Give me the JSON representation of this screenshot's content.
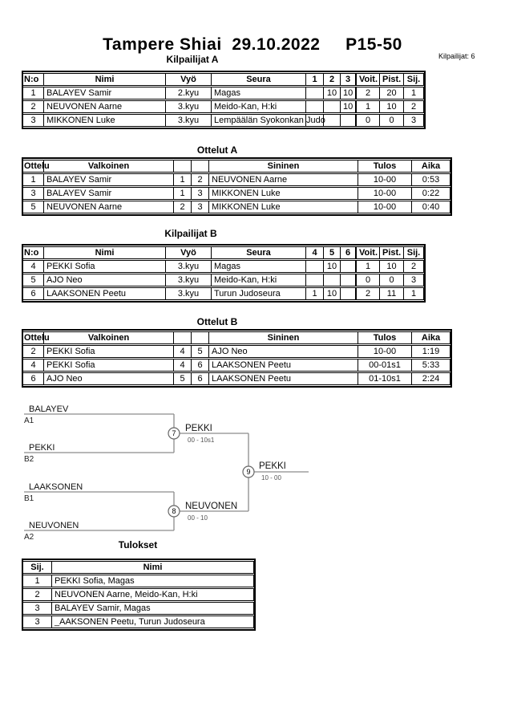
{
  "page": {
    "title": "Tampere Shiai  29.10.2022     P15-50",
    "competitor_count": "Kilpailijat: 6"
  },
  "pool_a": {
    "heading": "Kilpailijat A",
    "headers": {
      "no": "N:o",
      "name": "Nimi",
      "belt": "Vyö",
      "club": "Seura",
      "m1": "1",
      "m2": "2",
      "m3": "3",
      "wins": "Voit.",
      "points": "Pist.",
      "place": "Sij."
    },
    "rows": [
      {
        "no": "1",
        "name": "BALAYEV Samir",
        "belt": "2.kyu",
        "club": "Magas",
        "m1": "",
        "m2": "10",
        "m3": "10",
        "wins": "2",
        "points": "20",
        "place": "1"
      },
      {
        "no": "2",
        "name": "NEUVONEN Aarne",
        "belt": "3.kyu",
        "club": "Meido-Kan, H:ki",
        "m1": "",
        "m2": "",
        "m3": "10",
        "wins": "1",
        "points": "10",
        "place": "2"
      },
      {
        "no": "3",
        "name": "MIKKONEN Luke",
        "belt": "3.kyu",
        "club": "Lempäälän Syokonkan Judo",
        "m1": "",
        "m2": "",
        "m3": "",
        "wins": "0",
        "points": "0",
        "place": "3"
      }
    ]
  },
  "matches_a": {
    "heading": "Ottelut A",
    "headers": {
      "match": "Ottelu",
      "white": "Valkoinen",
      "blue": "Sininen",
      "result": "Tulos",
      "time": "Aika"
    },
    "rows": [
      {
        "match": "1",
        "white": "BALAYEV Samir",
        "wno": "1",
        "bno": "2",
        "blue": "NEUVONEN Aarne",
        "result": "10-00",
        "time": "0:53"
      },
      {
        "match": "3",
        "white": "BALAYEV Samir",
        "wno": "1",
        "bno": "3",
        "blue": "MIKKONEN Luke",
        "result": "10-00",
        "time": "0:22"
      },
      {
        "match": "5",
        "white": "NEUVONEN Aarne",
        "wno": "2",
        "bno": "3",
        "blue": "MIKKONEN Luke",
        "result": "10-00",
        "time": "0:40"
      }
    ]
  },
  "pool_b": {
    "heading": "Kilpailijat B",
    "headers": {
      "no": "N:o",
      "name": "Nimi",
      "belt": "Vyö",
      "club": "Seura",
      "m1": "4",
      "m2": "5",
      "m3": "6",
      "wins": "Voit.",
      "points": "Pist.",
      "place": "Sij."
    },
    "rows": [
      {
        "no": "4",
        "name": "PEKKI Sofia",
        "belt": "3.kyu",
        "club": "Magas",
        "m1": "",
        "m2": "10",
        "m3": "",
        "wins": "1",
        "points": "10",
        "place": "2"
      },
      {
        "no": "5",
        "name": "AJO Neo",
        "belt": "3.kyu",
        "club": "Meido-Kan, H:ki",
        "m1": "",
        "m2": "",
        "m3": "",
        "wins": "0",
        "points": "0",
        "place": "3"
      },
      {
        "no": "6",
        "name": "LAAKSONEN Peetu",
        "belt": "3.kyu",
        "club": "Turun Judoseura",
        "m1": "1",
        "m2": "10",
        "m3": "",
        "wins": "2",
        "points": "11",
        "place": "1"
      }
    ]
  },
  "matches_b": {
    "heading": "Ottelut B",
    "headers": {
      "match": "Ottelu",
      "white": "Valkoinen",
      "blue": "Sininen",
      "result": "Tulos",
      "time": "Aika"
    },
    "rows": [
      {
        "match": "2",
        "white": "PEKKI Sofia",
        "wno": "4",
        "bno": "5",
        "blue": "AJO Neo",
        "result": "10-00",
        "time": "1:19"
      },
      {
        "match": "4",
        "white": "PEKKI Sofia",
        "wno": "4",
        "bno": "6",
        "blue": "LAAKSONEN Peetu",
        "result": "00-01s1",
        "time": "5:33"
      },
      {
        "match": "6",
        "white": "AJO Neo",
        "wno": "5",
        "bno": "6",
        "blue": "LAAKSONEN Peetu",
        "result": "01-10s1",
        "time": "2:24"
      }
    ]
  },
  "bracket": {
    "slots": [
      {
        "name": "BALAYEV",
        "seed": "A1"
      },
      {
        "name": "PEKKI",
        "seed": "B2"
      },
      {
        "name": "LAAKSONEN",
        "seed": "B1"
      },
      {
        "name": "NEUVONEN",
        "seed": "A2"
      }
    ],
    "semifinal_1": {
      "number": "7",
      "winner": "PEKKI",
      "score": "00 - 10s1"
    },
    "semifinal_2": {
      "number": "8",
      "winner": "NEUVONEN",
      "score": "00 - 10"
    },
    "final": {
      "number": "9",
      "winner": "PEKKI",
      "score": "10 - 00"
    },
    "line_color": "#8c8c8c"
  },
  "results": {
    "heading": "Tulokset",
    "headers": {
      "place": "Sij.",
      "name": "Nimi"
    },
    "rows": [
      {
        "place": "1",
        "name": "PEKKI Sofia, Magas"
      },
      {
        "place": "2",
        "name": "NEUVONEN Aarne, Meido-Kan, H:ki"
      },
      {
        "place": "3",
        "name": "BALAYEV Samir, Magas"
      },
      {
        "place": "3",
        "name": "_AAKSONEN Peetu, Turun Judoseura"
      }
    ]
  }
}
